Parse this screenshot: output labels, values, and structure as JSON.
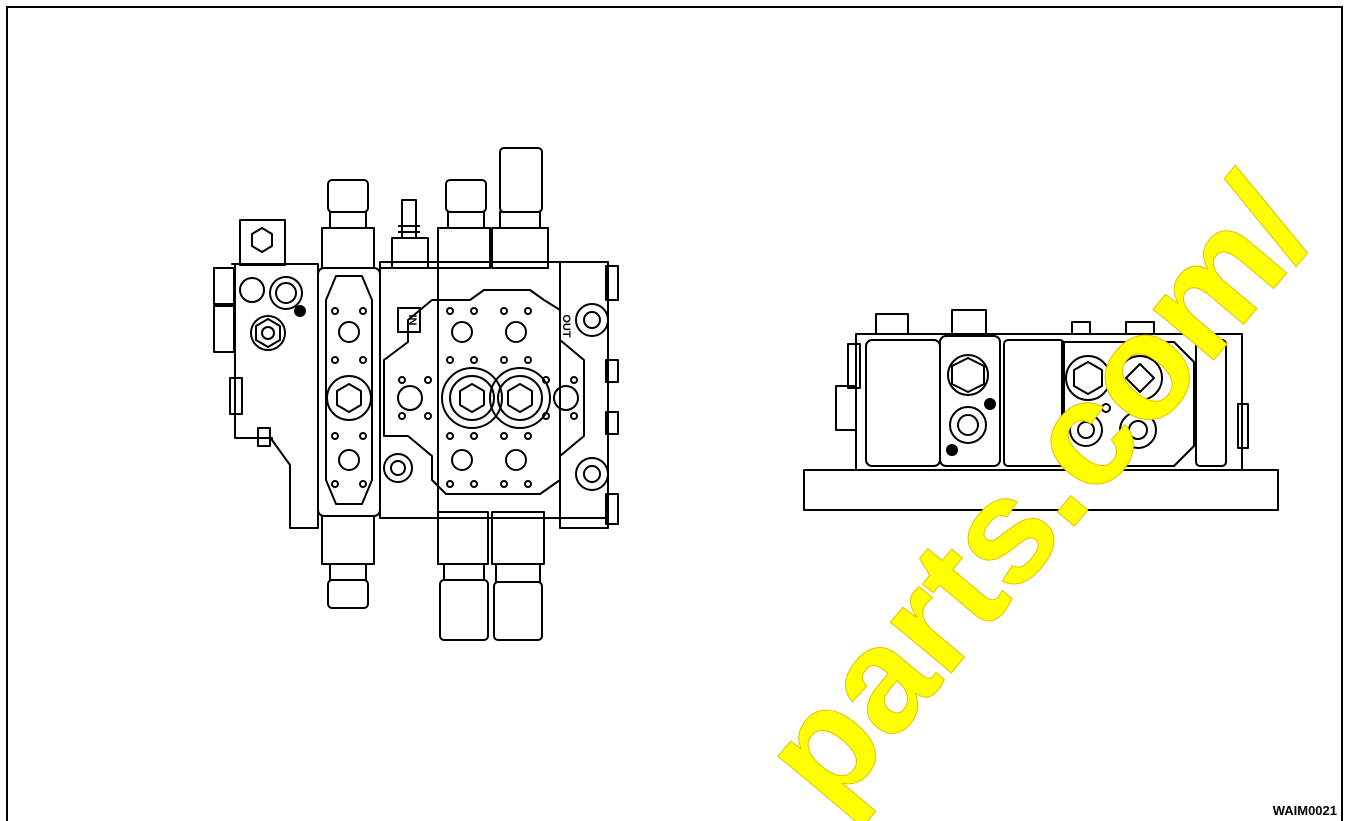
{
  "figure": {
    "id_label": "WAIM0021",
    "port_in": "IN",
    "port_out": "OUT"
  },
  "watermark": {
    "text": "parts.com/",
    "color": "#ffff00",
    "outline": "#e0c000"
  },
  "colors": {
    "line": "#000000",
    "background": "#ffffff"
  }
}
